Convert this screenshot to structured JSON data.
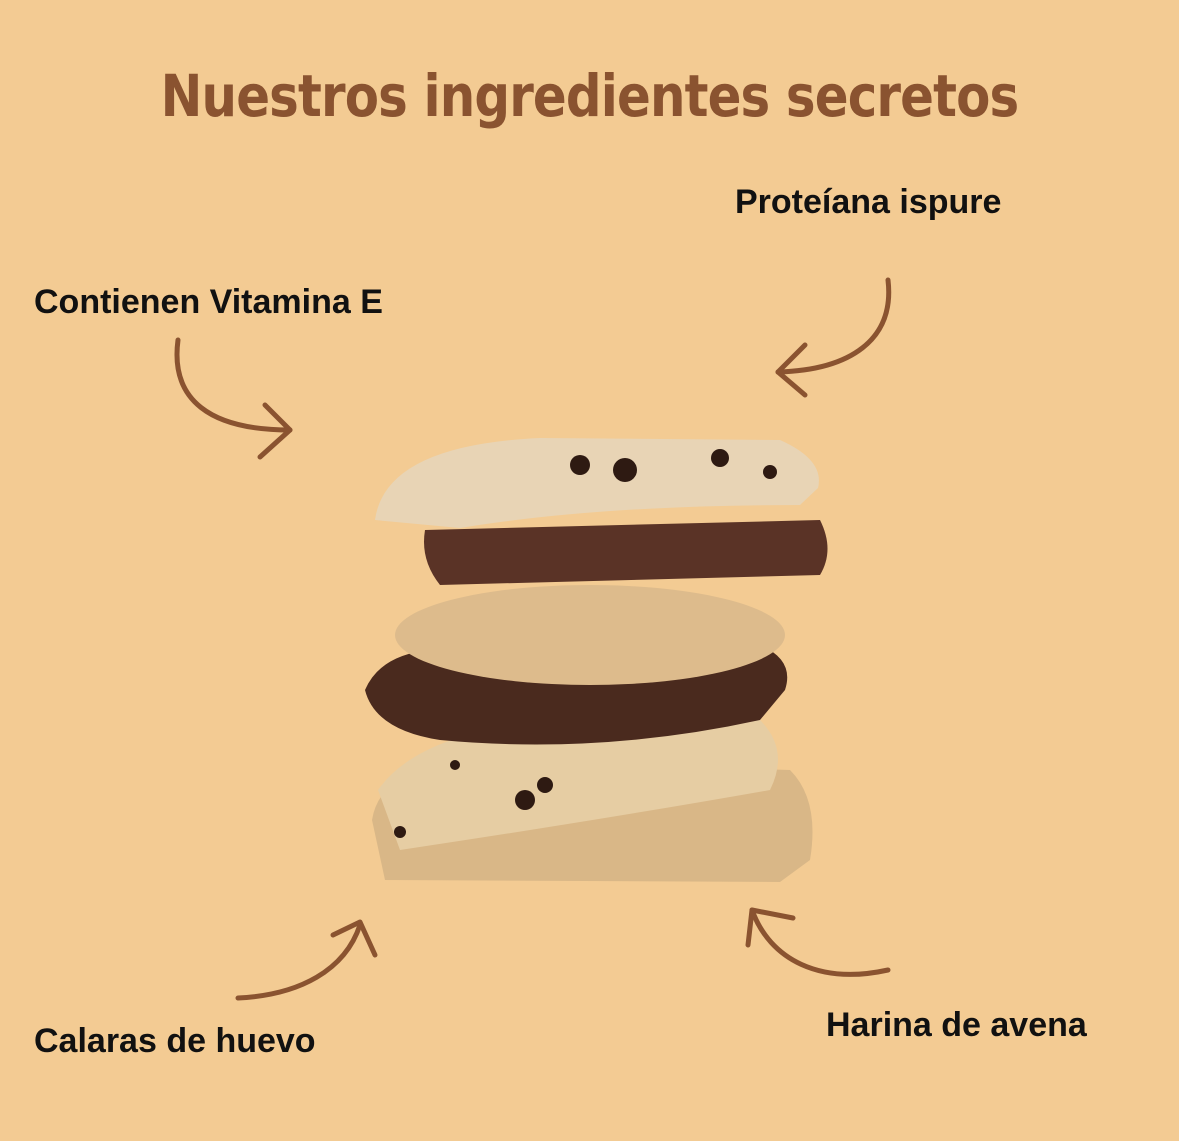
{
  "title": "Nuestros ingredientes secretos",
  "labels": {
    "top_right": "Proteíana ispure",
    "top_left": "Contienen Vitamina E",
    "bottom_left": "Calaras de huevo",
    "bottom_right": "Harina de avena"
  },
  "colors": {
    "background": "#F3CB93",
    "title": "#8A5330",
    "arrow": "#8A5330"
  }
}
